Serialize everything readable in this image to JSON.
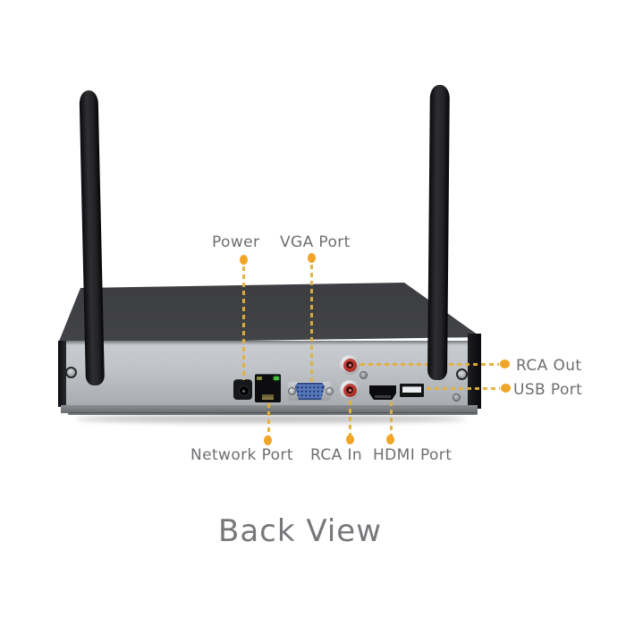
{
  "caption": "Back View",
  "callouts": {
    "power": {
      "label": "Power"
    },
    "vga": {
      "label": "VGA Port"
    },
    "network": {
      "label": "Network Port"
    },
    "rca_in": {
      "label": "RCA In"
    },
    "hdmi": {
      "label": "HDMI Port"
    },
    "rca_out": {
      "label": "RCA Out"
    },
    "usb": {
      "label": "USB Port"
    }
  },
  "colors": {
    "accent_orange": "#F0A528",
    "leader_yellow": "#E3B137",
    "label_gray": "#6F6D71",
    "caption_gray": "#78767A",
    "panel_silver": "#BCC0C4",
    "chassis_black": "#1C1C1F",
    "vga_blue": "#5577BB",
    "rca_red": "#A52B25",
    "ethernet_led_green": "#41C03A"
  }
}
